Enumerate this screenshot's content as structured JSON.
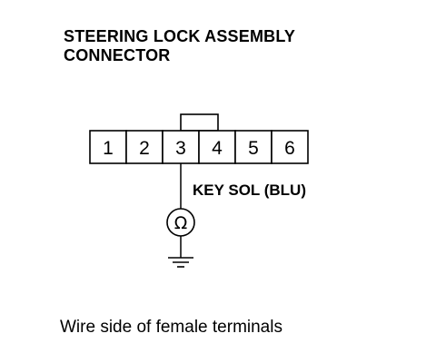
{
  "title": {
    "line1": "STEERING LOCK ASSEMBLY",
    "line2": "CONNECTOR"
  },
  "connector": {
    "pins": [
      "1",
      "2",
      "3",
      "4",
      "5",
      "6"
    ],
    "probed_pin": "3"
  },
  "wire_label": "KEY SOL (BLU)",
  "meter_symbol": "Ω",
  "caption": "Wire side of female terminals"
}
